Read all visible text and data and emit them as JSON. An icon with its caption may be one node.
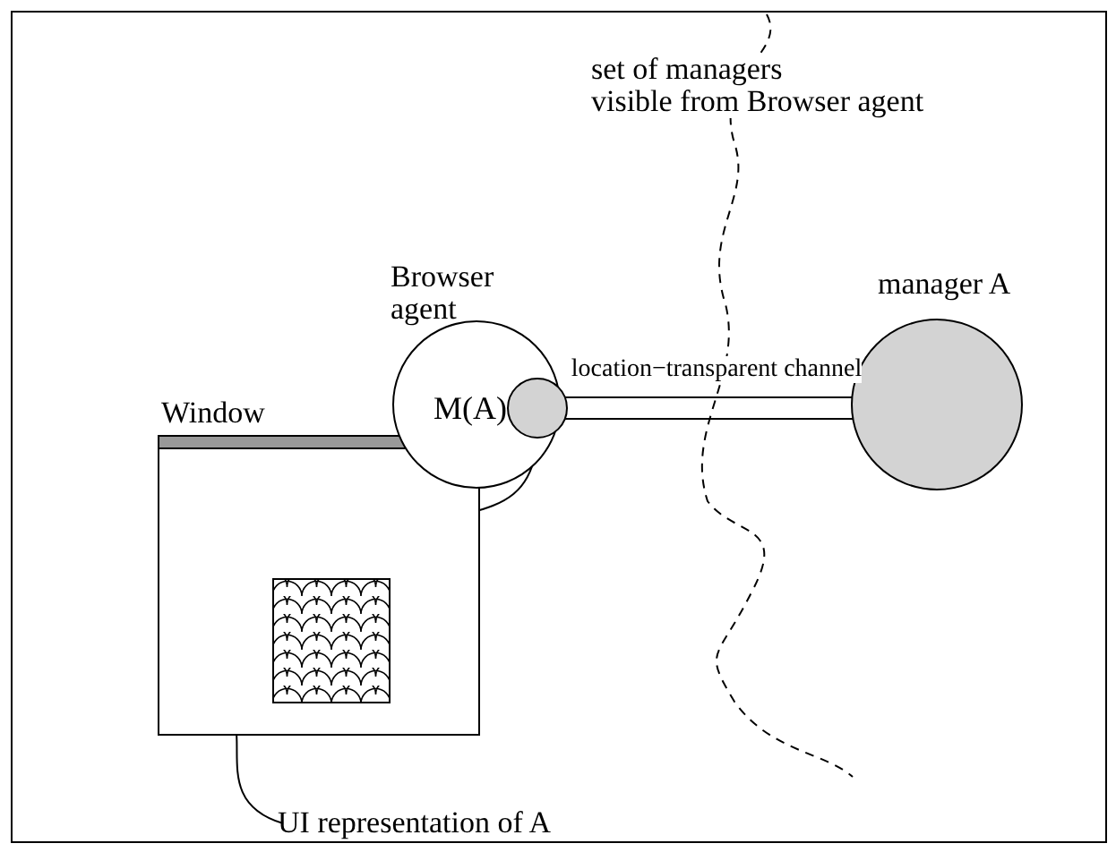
{
  "diagram": {
    "nodes": [
      {
        "text": [
          "Window"
        ]
      },
      {
        "text": [],
        "shape": "box",
        "in": 0
      },
      {
        "text": [
          "Browser agent"
        ]
      },
      {
        "text": [
          "M(A)"
        ],
        "in": 2
      },
      {
        "text": [
          "manager A"
        ]
      },
      {
        "text": [
          "UI representation of A"
        ]
      }
    ],
    "edges": [
      {
        "from": 3,
        "to": 4,
        "arrow": "none",
        "label": "location−transparent channel"
      },
      {
        "from": 3,
        "to": 1,
        "arrow": "none"
      },
      {
        "from": 5,
        "to": 1,
        "arrow": "none"
      }
    ],
    "labels": [
      "set of managers visible from Browser agent"
    ]
  }
}
